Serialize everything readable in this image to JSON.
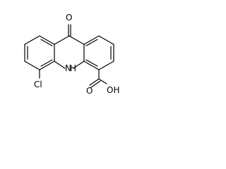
{
  "molecule": {
    "atoms": {
      "oxo": "O",
      "nh": "H",
      "nh_n": "N",
      "chloro": "Cl",
      "acid_o": "O",
      "acid_oh": "OH"
    },
    "colors": {
      "bond": "#000000",
      "label": "#000000",
      "background": "#ffffff"
    }
  }
}
